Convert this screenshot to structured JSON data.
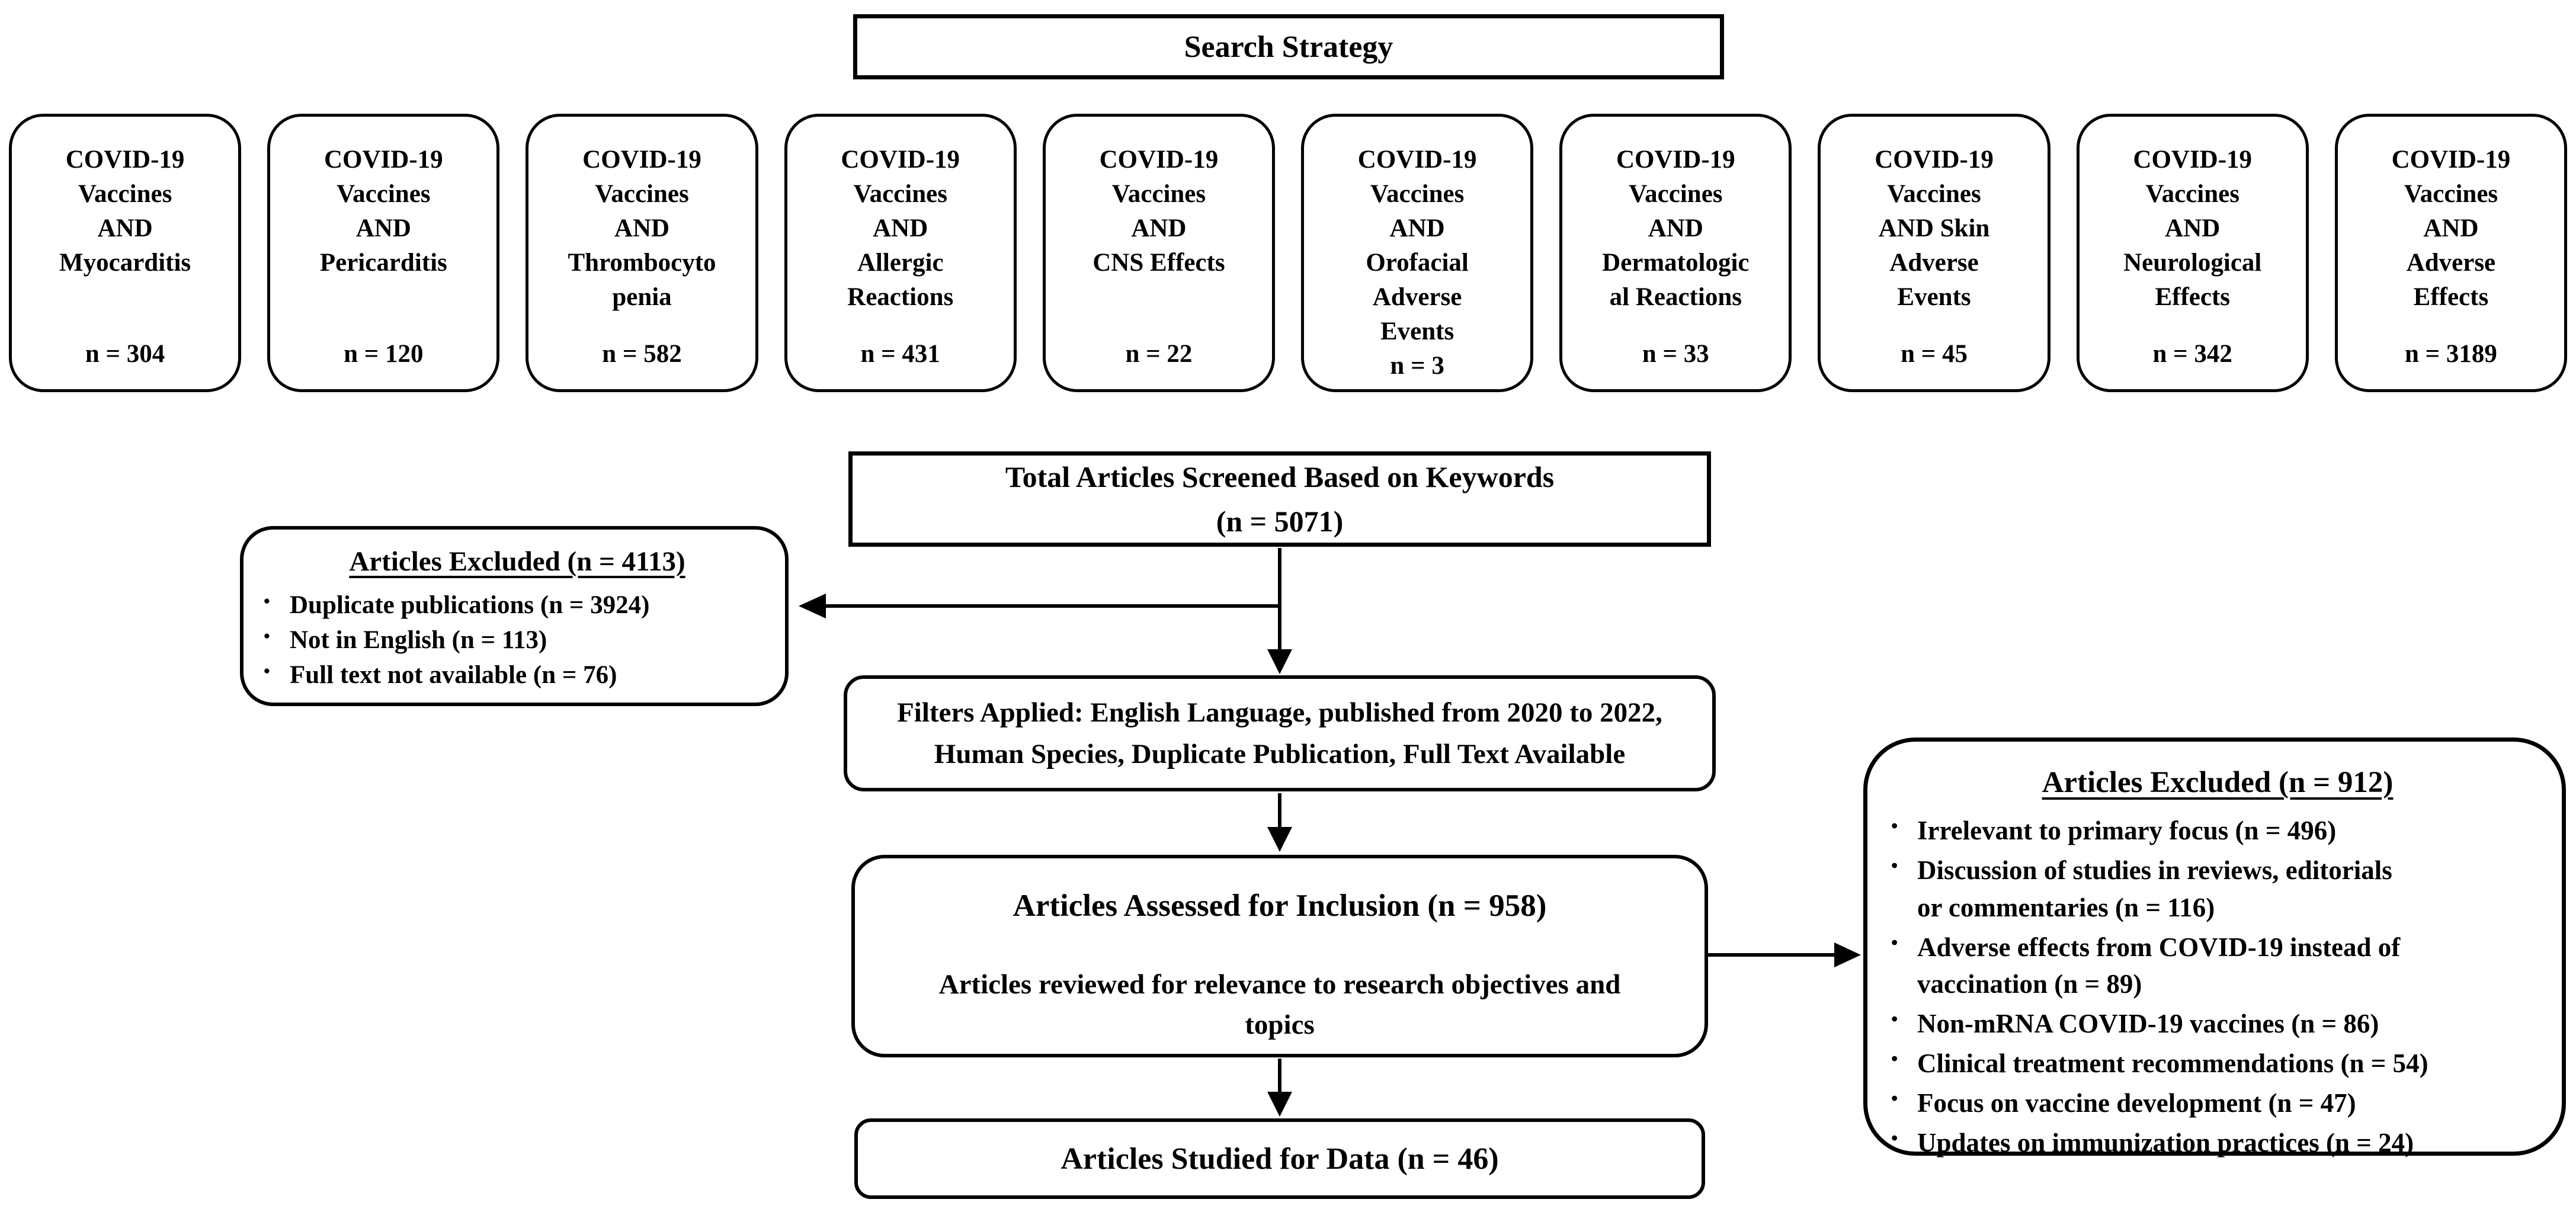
{
  "diagram": {
    "title": "Search Strategy",
    "bullet_char": "•",
    "colors": {
      "border": "#000000",
      "background": "#ffffff",
      "text": "#000000"
    },
    "search_boxes": [
      {
        "label": "COVID-19\nVaccines\nAND\nMyocarditis",
        "count": "n = 304"
      },
      {
        "label": "COVID-19\nVaccines\nAND\nPericarditis",
        "count": "n = 120"
      },
      {
        "label": "COVID-19\nVaccines\nAND\nThrombocyto\npenia",
        "count": "n = 582"
      },
      {
        "label": "COVID-19\nVaccines\nAND\nAllergic\nReactions",
        "count": "n = 431"
      },
      {
        "label": "COVID-19\nVaccines\nAND\nCNS Effects",
        "count": "n = 22"
      },
      {
        "label": "COVID-19\nVaccines\nAND\nOrofacial\nAdverse\nEvents",
        "count": "n = 3"
      },
      {
        "label": "COVID-19\nVaccines\nAND\nDermatologic\nal Reactions",
        "count": "n = 33"
      },
      {
        "label": "COVID-19\nVaccines\nAND Skin\nAdverse\nEvents",
        "count": "n = 45"
      },
      {
        "label": "COVID-19\nVaccines\nAND\nNeurological\nEffects",
        "count": "n = 342"
      },
      {
        "label": "COVID-19\nVaccines\nAND\nAdverse\nEffects",
        "count": "n = 3189"
      }
    ],
    "flow": {
      "screened": {
        "line1": "Total Articles Screened Based on Keywords",
        "line2": "(n = 5071)"
      },
      "excluded_left": {
        "title": "Articles Excluded (n = 4113)",
        "bullets": [
          "Duplicate publications (n = 3924)",
          "Not in English (n = 113)",
          "Full text not available (n = 76)"
        ]
      },
      "filters": "Filters Applied: English Language, published from 2020 to 2022,\nHuman Species, Duplicate Publication, Full Text Available",
      "assessed": {
        "title": "Articles Assessed for Inclusion (n = 958)",
        "subtitle": "Articles reviewed for relevance to research objectives and\ntopics"
      },
      "excluded_right": {
        "title": "Articles Excluded (n = 912)",
        "bullets": [
          "Irrelevant to primary focus (n = 496)",
          "Discussion of studies in reviews, editorials\nor commentaries (n = 116)",
          "Adverse effects from COVID-19 instead of\nvaccination (n = 89)",
          "Non-mRNA COVID-19 vaccines (n = 86)",
          "Clinical treatment recommendations (n = 54)",
          "Focus on vaccine development (n = 47)",
          "Updates on immunization practices (n = 24)"
        ]
      },
      "studied": "Articles Studied for Data (n = 46)"
    }
  }
}
